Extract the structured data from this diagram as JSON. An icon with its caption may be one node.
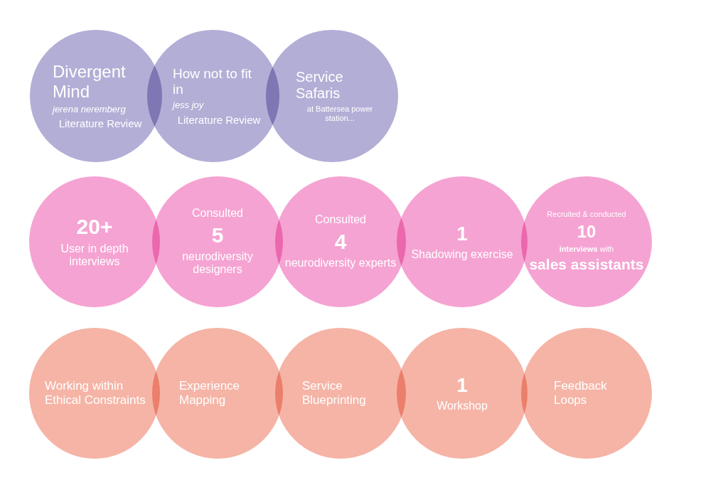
{
  "diagram": {
    "nodes": [
      {
        "text": [
          "Divergent Mind",
          "jerena neremberg",
          "Literature Review"
        ]
      },
      {
        "text": [
          "How not to fit in",
          "jess joy",
          "Literature Review"
        ]
      },
      {
        "text": [
          "Service Safaris",
          "at Battersea power station..."
        ]
      },
      {
        "text": [
          "20+",
          "User in depth interviews"
        ]
      },
      {
        "text": [
          "Consulted",
          "5",
          "neurodiversity designers"
        ]
      },
      {
        "text": [
          "Consulted",
          "4",
          "neurodiversity experts"
        ]
      },
      {
        "text": [
          "1",
          "Shadowing exercise"
        ]
      },
      {
        "text": [
          "Recruited & conducted",
          "10",
          "**interviews** with",
          "sales assistants"
        ]
      },
      {
        "text": [
          "Working within Ethical Constraints"
        ]
      },
      {
        "text": [
          "Experience Mapping"
        ]
      },
      {
        "text": [
          "Service Blueprinting"
        ]
      },
      {
        "text": [
          "1",
          "Workshop"
        ]
      },
      {
        "text": [
          "Feedback Loops"
        ]
      }
    ]
  }
}
